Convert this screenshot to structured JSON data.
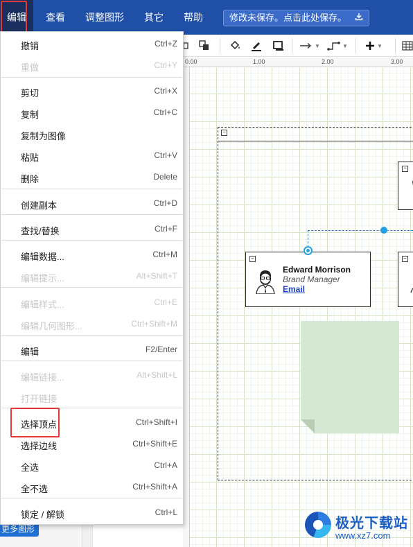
{
  "menubar": {
    "items": [
      {
        "label": "编辑",
        "active": true
      },
      {
        "label": "查看"
      },
      {
        "label": "调整图形"
      },
      {
        "label": "其它"
      },
      {
        "label": "帮助"
      }
    ],
    "save_notice": "修改未保存。点击此处保存。",
    "save_icon": "download-icon"
  },
  "ruler": {
    "labels": [
      "0.00",
      "1.00",
      "2.00",
      "3.00"
    ]
  },
  "sidebar": {
    "more_shapes": "更多图形"
  },
  "edit_menu": {
    "items": [
      {
        "label": "撤销",
        "shortcut": "Ctrl+Z",
        "enabled": true
      },
      {
        "label": "重做",
        "shortcut": "Ctrl+Y",
        "enabled": false
      },
      {
        "label": "剪切",
        "shortcut": "Ctrl+X",
        "enabled": true
      },
      {
        "label": "复制",
        "shortcut": "Ctrl+C",
        "enabled": true
      },
      {
        "label": "复制为图像",
        "shortcut": "",
        "enabled": true
      },
      {
        "label": "粘贴",
        "shortcut": "Ctrl+V",
        "enabled": true
      },
      {
        "label": "删除",
        "shortcut": "Delete",
        "enabled": true
      },
      {
        "label": "创建副本",
        "shortcut": "Ctrl+D",
        "enabled": true
      },
      {
        "label": "查找/替换",
        "shortcut": "Ctrl+F",
        "enabled": true
      },
      {
        "label": "编辑数据...",
        "shortcut": "Ctrl+M",
        "enabled": true
      },
      {
        "label": "编辑提示...",
        "shortcut": "Alt+Shift+T",
        "enabled": false
      },
      {
        "label": "编辑样式...",
        "shortcut": "Ctrl+E",
        "enabled": false
      },
      {
        "label": "编辑几何图形...",
        "shortcut": "Ctrl+Shift+M",
        "enabled": false
      },
      {
        "label": "编辑",
        "shortcut": "F2/Enter",
        "enabled": true
      },
      {
        "label": "编辑链接...",
        "shortcut": "Alt+Shift+L",
        "enabled": false
      },
      {
        "label": "打开链接",
        "shortcut": "",
        "enabled": false
      },
      {
        "label": "选择顶点",
        "shortcut": "Ctrl+Shift+I",
        "enabled": true,
        "highlighted": true
      },
      {
        "label": "选择边线",
        "shortcut": "Ctrl+Shift+E",
        "enabled": true
      },
      {
        "label": "全选",
        "shortcut": "Ctrl+A",
        "enabled": true
      },
      {
        "label": "全不选",
        "shortcut": "Ctrl+Shift+A",
        "enabled": true
      },
      {
        "label": "锁定 / 解锁",
        "shortcut": "Ctrl+L",
        "enabled": true
      }
    ]
  },
  "diagram": {
    "card": {
      "name": "Edward Morrison",
      "role": "Brand Manager",
      "email": "Email"
    },
    "note_color": "#d5e8d4",
    "connector_color": "#24a0e0"
  },
  "watermark": {
    "title": "极光下载站",
    "url": "www.xz7.com"
  },
  "colors": {
    "menubar": "#1f4fa7",
    "highlight": "#e23a3a"
  }
}
